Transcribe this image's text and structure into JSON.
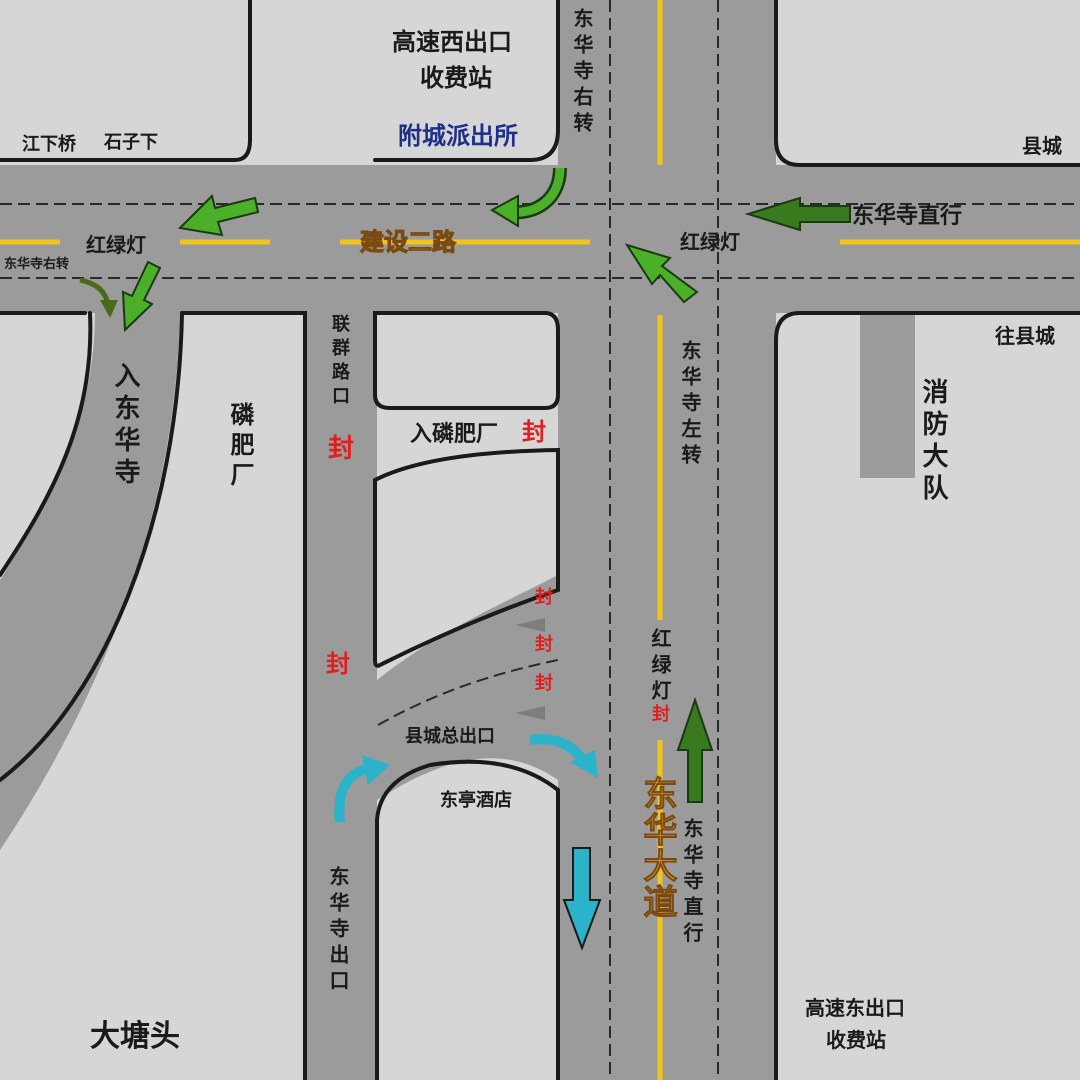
{
  "map": {
    "colors": {
      "block": "#d6d6d6",
      "road": "#9b9b9b",
      "curb": "#1a1a1a",
      "yellow_line": "#f2c318",
      "dash_line": "#2a2a2a",
      "arrow_green": "#4caf2a",
      "arrow_dark_green": "#2f7a22",
      "arrow_cyan": "#2bb3c9",
      "closed_red": "#e02020",
      "orange_label": "#f7a53a"
    },
    "labels": {
      "highway_west_exit": "高速西出口",
      "toll_station_west": "收费站",
      "fucheng_police": "附城派出所",
      "jiangxiaqiao": "江下桥",
      "shizixia": "石子下",
      "county_town": "县城",
      "jianshe_road_2": "建设二路",
      "traffic_light_west": "红绿灯",
      "traffic_light_east": "红绿灯",
      "traffic_light_south": "红绿灯",
      "donghuasi_right_turn_small": "东华寺右转",
      "donghuasi_right_turn_vertical": "东华寺右转",
      "donghuasi_straight": "东华寺直行",
      "to_county_town": "往县城",
      "enter_donghuasi": "入东华寺",
      "phosphate_factory": "磷肥厂",
      "lianqun_road_mouth": "联群路口",
      "closed": "封",
      "enter_phosphate_factory": "入磷肥厂",
      "donghuasi_left_turn": "东华寺左转",
      "fire_brigade": "消防大队",
      "county_main_exit": "县城总出口",
      "dongting_hotel": "东亭酒店",
      "donghua_avenue": "东华大道",
      "donghuasi_straight_vertical": "东华寺直行",
      "donghuasi_exit": "东华寺出口",
      "datangtou": "大塘头",
      "highway_east_exit": "高速东出口",
      "toll_station_east": "收费站"
    }
  }
}
